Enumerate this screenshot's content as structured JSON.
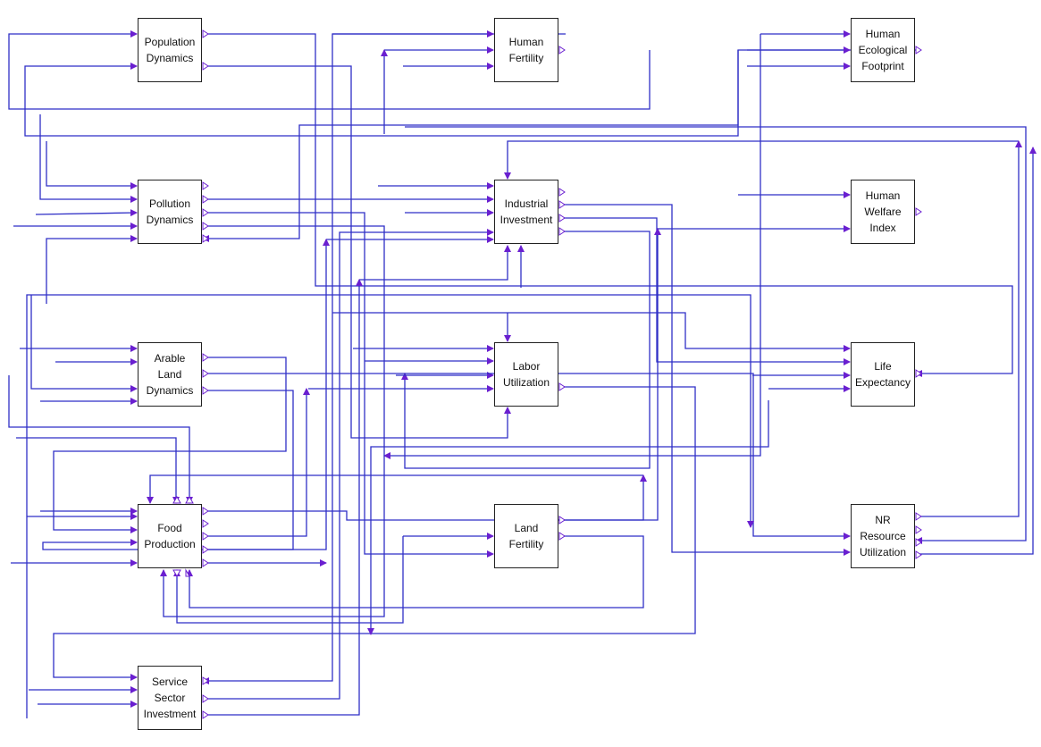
{
  "colors": {
    "line": "#2f2fc6",
    "arrow": "#6a1fd0",
    "box_border": "#222222"
  },
  "nodes": {
    "population_dynamics": "Population\nDynamics",
    "human_fertility": "Human\nFertility",
    "human_ecological_footprint": "Human\nEcological\nFootprint",
    "pollution_dynamics": "Pollution\nDynamics",
    "industrial_investment": "Industrial\nInvestment",
    "human_welfare_index": "Human\nWelfare\nIndex",
    "arable_land_dynamics": "Arable\nLand\nDynamics",
    "labor_utilization": "Labor\nUtilization",
    "life_expectancy": "Life\nExpectancy",
    "food_production": "Food\nProduction",
    "land_fertility": "Land\nFertility",
    "nr_resource_utilization": "NR\nResource\nUtilization",
    "service_sector_investment": "Service\nSector\nInvestment"
  }
}
